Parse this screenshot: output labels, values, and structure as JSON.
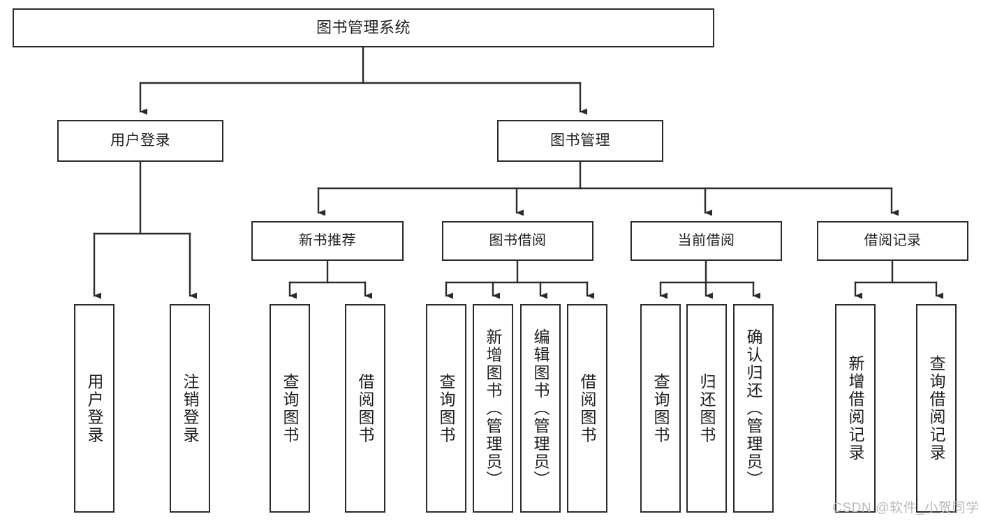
{
  "diagram": {
    "type": "hierarchy-tree",
    "title": "图书管理系统",
    "watermark": "CSDN @软件_小贺同学",
    "colors": {
      "border": "#2b2b2b",
      "background": "#ffffff",
      "text": "#1d1d1d",
      "watermark": "#b9b9b9"
    },
    "nodes": {
      "root": {
        "label": "图书管理系统"
      },
      "level1": [
        {
          "label": "用户登录"
        },
        {
          "label": "图书管理"
        }
      ],
      "level2": [
        {
          "label": "新书推荐"
        },
        {
          "label": "图书借阅"
        },
        {
          "label": "当前借阅"
        },
        {
          "label": "借阅记录"
        }
      ],
      "leaves": {
        "user_login": [
          {
            "label": "用户登录"
          },
          {
            "label": "注销登录"
          }
        ],
        "new_book_recommend": [
          {
            "label": "查询图书"
          },
          {
            "label": "借阅图书"
          }
        ],
        "book_borrow": [
          {
            "label": "查询图书"
          },
          {
            "label": "新增图书（管理员）"
          },
          {
            "label": "编辑图书（管理员）"
          },
          {
            "label": "借阅图书"
          }
        ],
        "current_borrow": [
          {
            "label": "查询图书"
          },
          {
            "label": "归还图书"
          },
          {
            "label": "确认归还（管理员）"
          }
        ],
        "borrow_record": [
          {
            "label": "新增借阅记录"
          },
          {
            "label": "查询借阅记录"
          }
        ]
      }
    }
  }
}
